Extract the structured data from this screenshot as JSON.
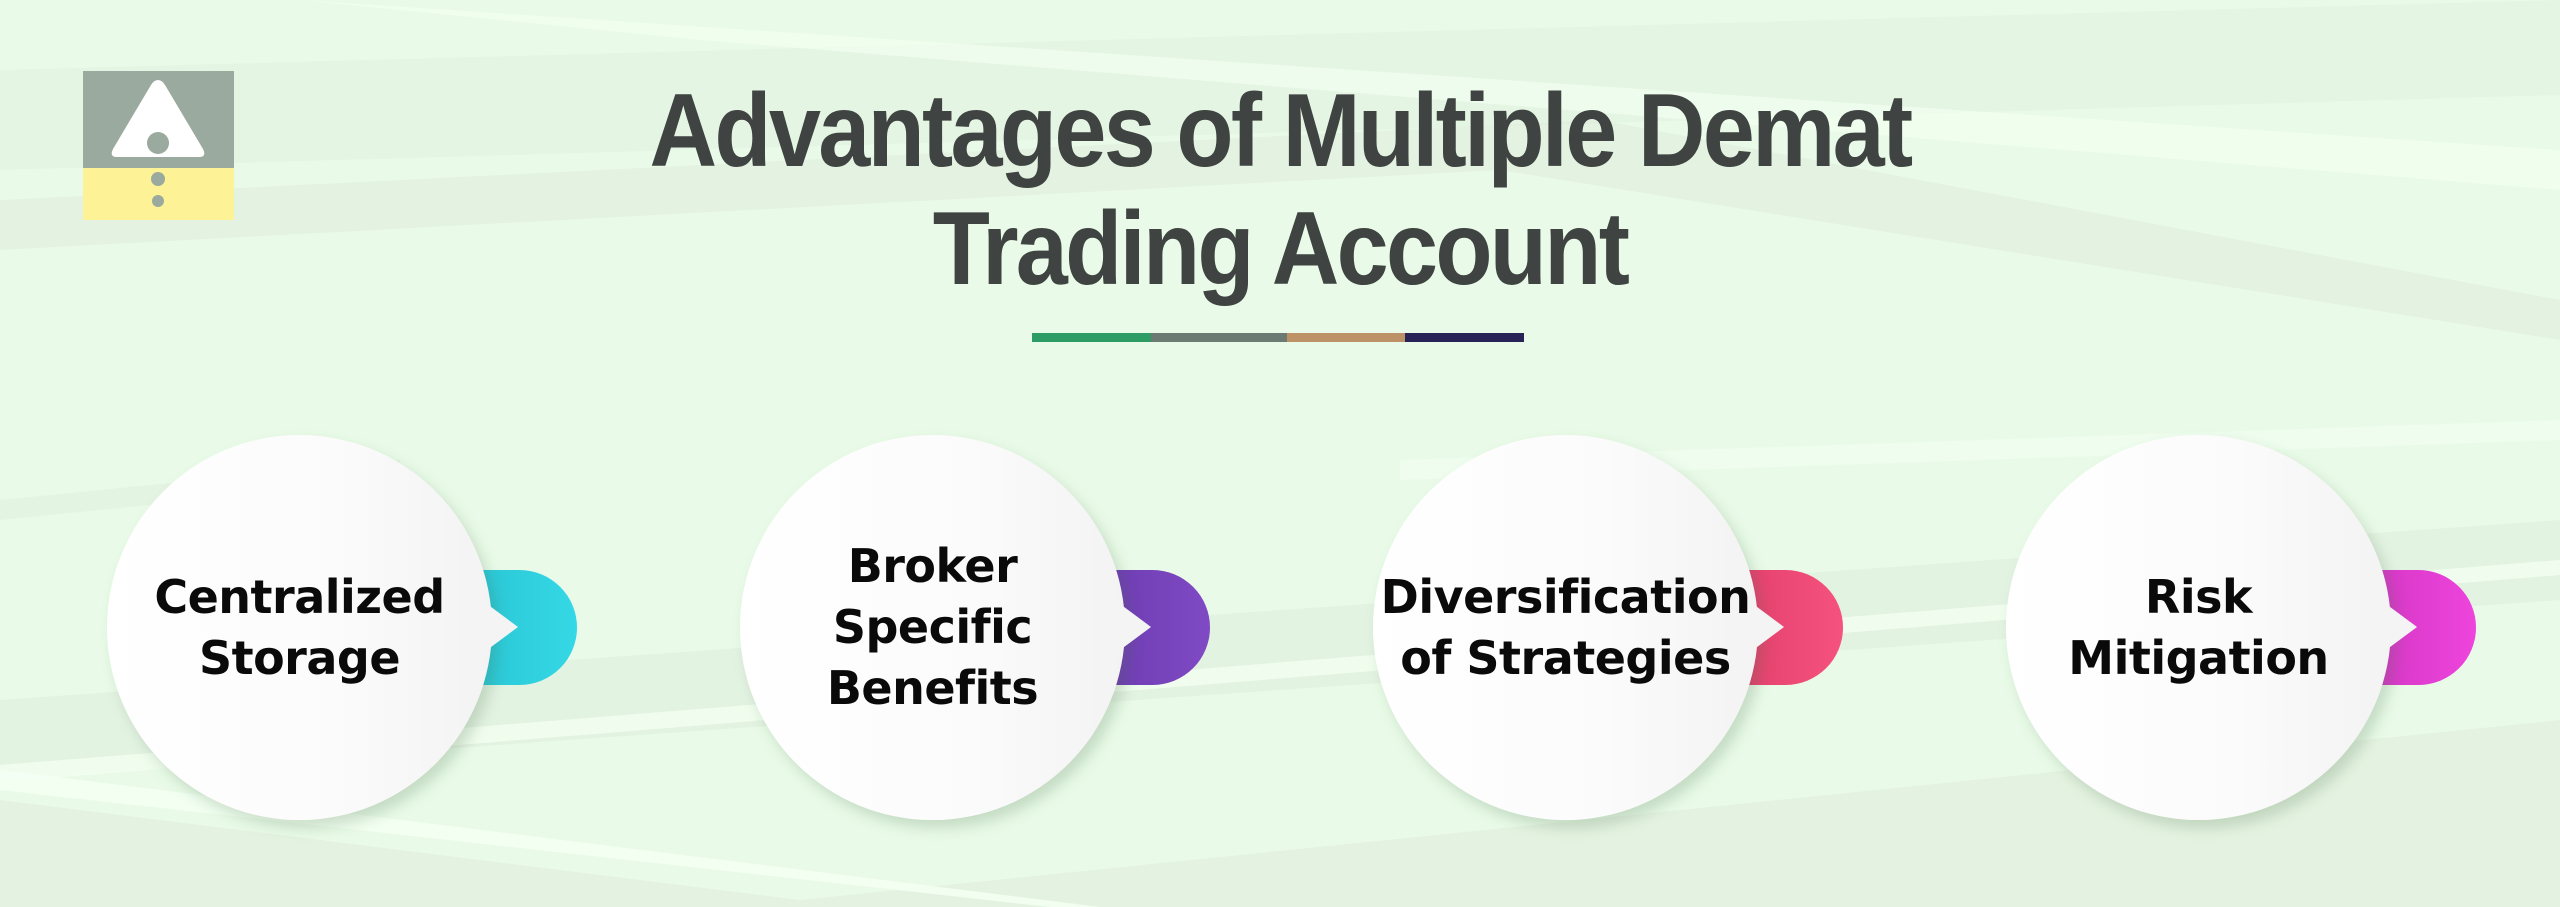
{
  "title": {
    "line1": "Advantages of Multiple Demat",
    "line2": "Trading Account"
  },
  "underline": {
    "colors": [
      "#2d9c64",
      "#6b7a72",
      "#bd9266",
      "#272356"
    ]
  },
  "logo": {
    "icon": "warning-triangle-logo",
    "top_color": "#9aaa9e",
    "bottom_color": "#fdf296"
  },
  "items": [
    {
      "line1": "Centralized",
      "line2": "Storage",
      "line3": "",
      "accent": "#35d8e6"
    },
    {
      "line1": "Broker",
      "line2": "Specific",
      "line3": "Benefits",
      "accent": "#7f4ac4"
    },
    {
      "line1": "Diversification",
      "line2": "of Strategies",
      "line3": "",
      "accent": "#f5527f"
    },
    {
      "line1": "Risk",
      "line2": "Mitigation",
      "line3": "",
      "accent": "#ee44dd"
    }
  ],
  "colors": {
    "background": "#e9fbe8",
    "title_text": "#3f4341",
    "label_text": "#0a0a0a"
  }
}
